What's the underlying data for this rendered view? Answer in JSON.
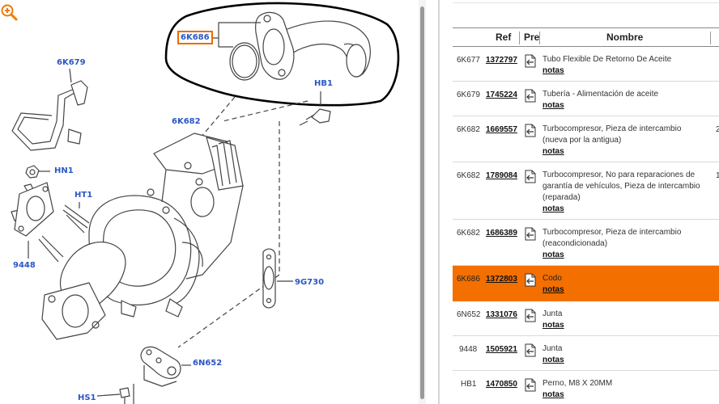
{
  "diagram": {
    "callouts": [
      "6K686",
      "6K679",
      "6K682",
      "HB1",
      "HN1",
      "HT1",
      "9448",
      "9G730",
      "6N652",
      "HS1"
    ],
    "selected_callout": "6K686",
    "zoom_icon": "zoom-in-icon"
  },
  "table": {
    "headers": {
      "ref": "Ref",
      "pre": "Pre",
      "nombre": "Nombre"
    },
    "rows": [
      {
        "code": "6K677",
        "ref": "1372797",
        "name": "Tubo Flexible De Retorno De Aceite",
        "notas": "notas",
        "qty": ""
      },
      {
        "code": "6K679",
        "ref": "1745224",
        "name": "Tubería - Alimentación de aceite",
        "notas": "notas",
        "qty": ""
      },
      {
        "code": "6K682",
        "ref": "1669557",
        "name": "Turbocompresor, Pieza de intercambio (nueva por la antigua)",
        "notas": "notas",
        "qty": "2"
      },
      {
        "code": "6K682",
        "ref": "1789084",
        "name": "Turbocompresor, No para reparaciones de garantía de vehículos, Pieza de intercambio (reparada)",
        "notas": "notas",
        "qty": "1"
      },
      {
        "code": "6K682",
        "ref": "1686389",
        "name": "Turbocompresor, Pieza de intercambio (reacondicionada)",
        "notas": "notas",
        "qty": ""
      },
      {
        "code": "6K686",
        "ref": "1372803",
        "name": "Codo",
        "notas": "notas",
        "qty": ""
      },
      {
        "code": "6N652",
        "ref": "1331076",
        "name": "Junta",
        "notas": "notas",
        "qty": ""
      },
      {
        "code": "9448",
        "ref": "1505921",
        "name": "Junta",
        "notas": "notas",
        "qty": ""
      },
      {
        "code": "HB1",
        "ref": "1470850",
        "name": "Perno, M8 X 20MM",
        "notas": "notas",
        "qty": ""
      }
    ],
    "selected_row": 5,
    "pre_icon": "exchange-icon"
  },
  "colors": {
    "selected": "#f36f00",
    "callout": "#2a56c6"
  }
}
